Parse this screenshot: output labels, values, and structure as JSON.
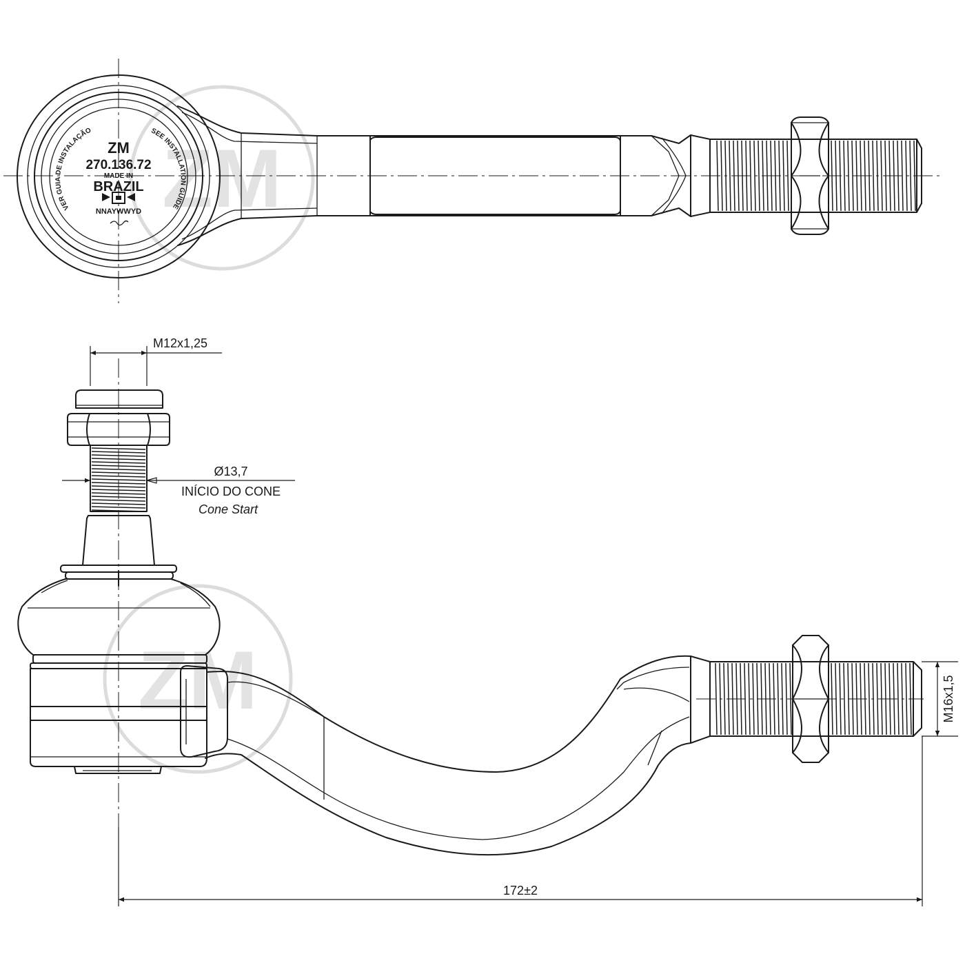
{
  "drawing": {
    "top_view": {
      "cap_marking": {
        "brand": "ZM",
        "part_number": "270.136.72",
        "made_in": "MADE IN",
        "country": "BRAZIL",
        "date_code": "NNAYWWYD",
        "ring_left": "VER GUIA DE INSTALAÇÃO",
        "ring_right": "SEE INSTALLATION GUIDE"
      }
    },
    "side_view": {
      "dimensions": {
        "stud_thread": "M12x1,25",
        "cone_diameter": "Ø13,7",
        "cone_start_pt": "INÍCIO DO CONE",
        "cone_start_en": "Cone Start",
        "rod_thread": "M16x1,5",
        "overall_length": "172±2"
      }
    },
    "watermark": "ZM"
  }
}
